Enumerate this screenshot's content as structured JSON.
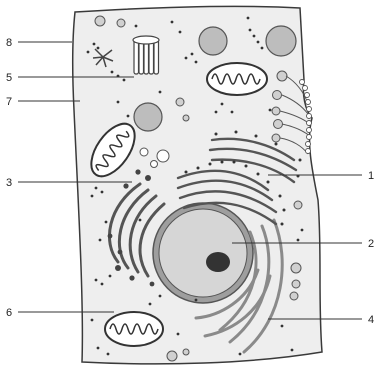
{
  "labels": [
    {
      "id": "1",
      "text": "1"
    },
    {
      "id": "2",
      "text": "2"
    },
    {
      "id": "3",
      "text": "3"
    },
    {
      "id": "4",
      "text": "4"
    },
    {
      "id": "5",
      "text": "5"
    },
    {
      "id": "6",
      "text": "6"
    },
    {
      "id": "7",
      "text": "7"
    },
    {
      "id": "8",
      "text": "8"
    }
  ],
  "colors": {
    "cytoplasm": "#eeeeee",
    "outline": "#3a3a3a",
    "organelle_fill": "#bdbdbd",
    "dark": "#4a4a4a",
    "nucleolus": "#333333"
  }
}
